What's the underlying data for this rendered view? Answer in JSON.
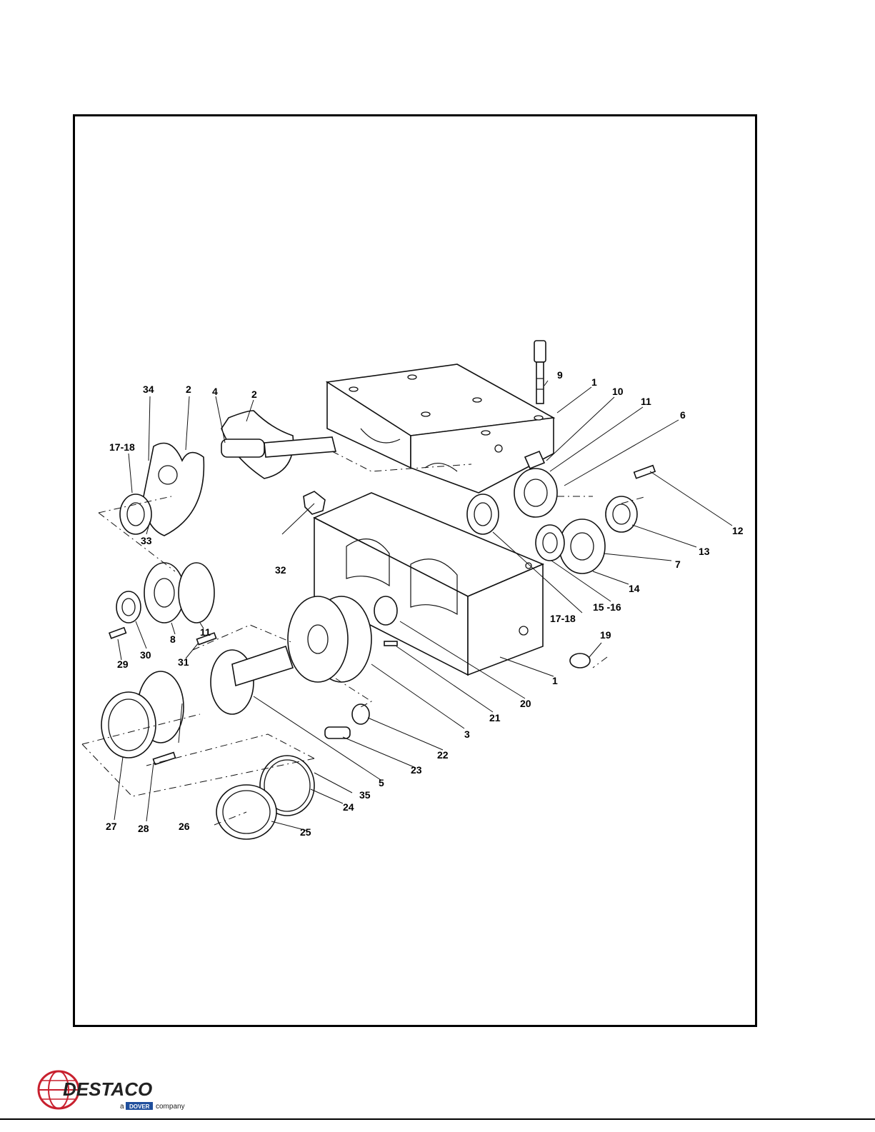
{
  "brand": {
    "name": "DESTACO",
    "tagline_prefix": "a",
    "tagline_badge": "DOVER",
    "tagline_suffix": "company",
    "color_red": "#c8202e",
    "color_blue": "#1f4e9c"
  },
  "callouts": [
    {
      "id": "c9",
      "text": "9"
    },
    {
      "id": "c1a",
      "text": "1"
    },
    {
      "id": "c10",
      "text": "10"
    },
    {
      "id": "c11a",
      "text": "11"
    },
    {
      "id": "c6",
      "text": "6"
    },
    {
      "id": "c34",
      "text": "34"
    },
    {
      "id": "c2a",
      "text": "2"
    },
    {
      "id": "c4",
      "text": "4"
    },
    {
      "id": "c2b",
      "text": "2"
    },
    {
      "id": "c1718a",
      "text": "17-18"
    },
    {
      "id": "c33",
      "text": "33"
    },
    {
      "id": "c32",
      "text": "32"
    },
    {
      "id": "c12",
      "text": "12"
    },
    {
      "id": "c13",
      "text": "13"
    },
    {
      "id": "c7",
      "text": "7"
    },
    {
      "id": "c14",
      "text": "14"
    },
    {
      "id": "c1516",
      "text": "15 -16"
    },
    {
      "id": "c1718b",
      "text": "17-18"
    },
    {
      "id": "c19",
      "text": "19"
    },
    {
      "id": "c1b",
      "text": "1"
    },
    {
      "id": "c20",
      "text": "20"
    },
    {
      "id": "c21",
      "text": "21"
    },
    {
      "id": "c3",
      "text": "3"
    },
    {
      "id": "c22",
      "text": "22"
    },
    {
      "id": "c23",
      "text": "23"
    },
    {
      "id": "c5",
      "text": "5"
    },
    {
      "id": "c35",
      "text": "35"
    },
    {
      "id": "c24",
      "text": "24"
    },
    {
      "id": "c25",
      "text": "25"
    },
    {
      "id": "c27",
      "text": "27"
    },
    {
      "id": "c28",
      "text": "28"
    },
    {
      "id": "c26",
      "text": "26"
    },
    {
      "id": "c11b",
      "text": "11"
    },
    {
      "id": "c8",
      "text": "8"
    },
    {
      "id": "c30",
      "text": "30"
    },
    {
      "id": "c29",
      "text": "29"
    },
    {
      "id": "c31",
      "text": "31"
    }
  ]
}
